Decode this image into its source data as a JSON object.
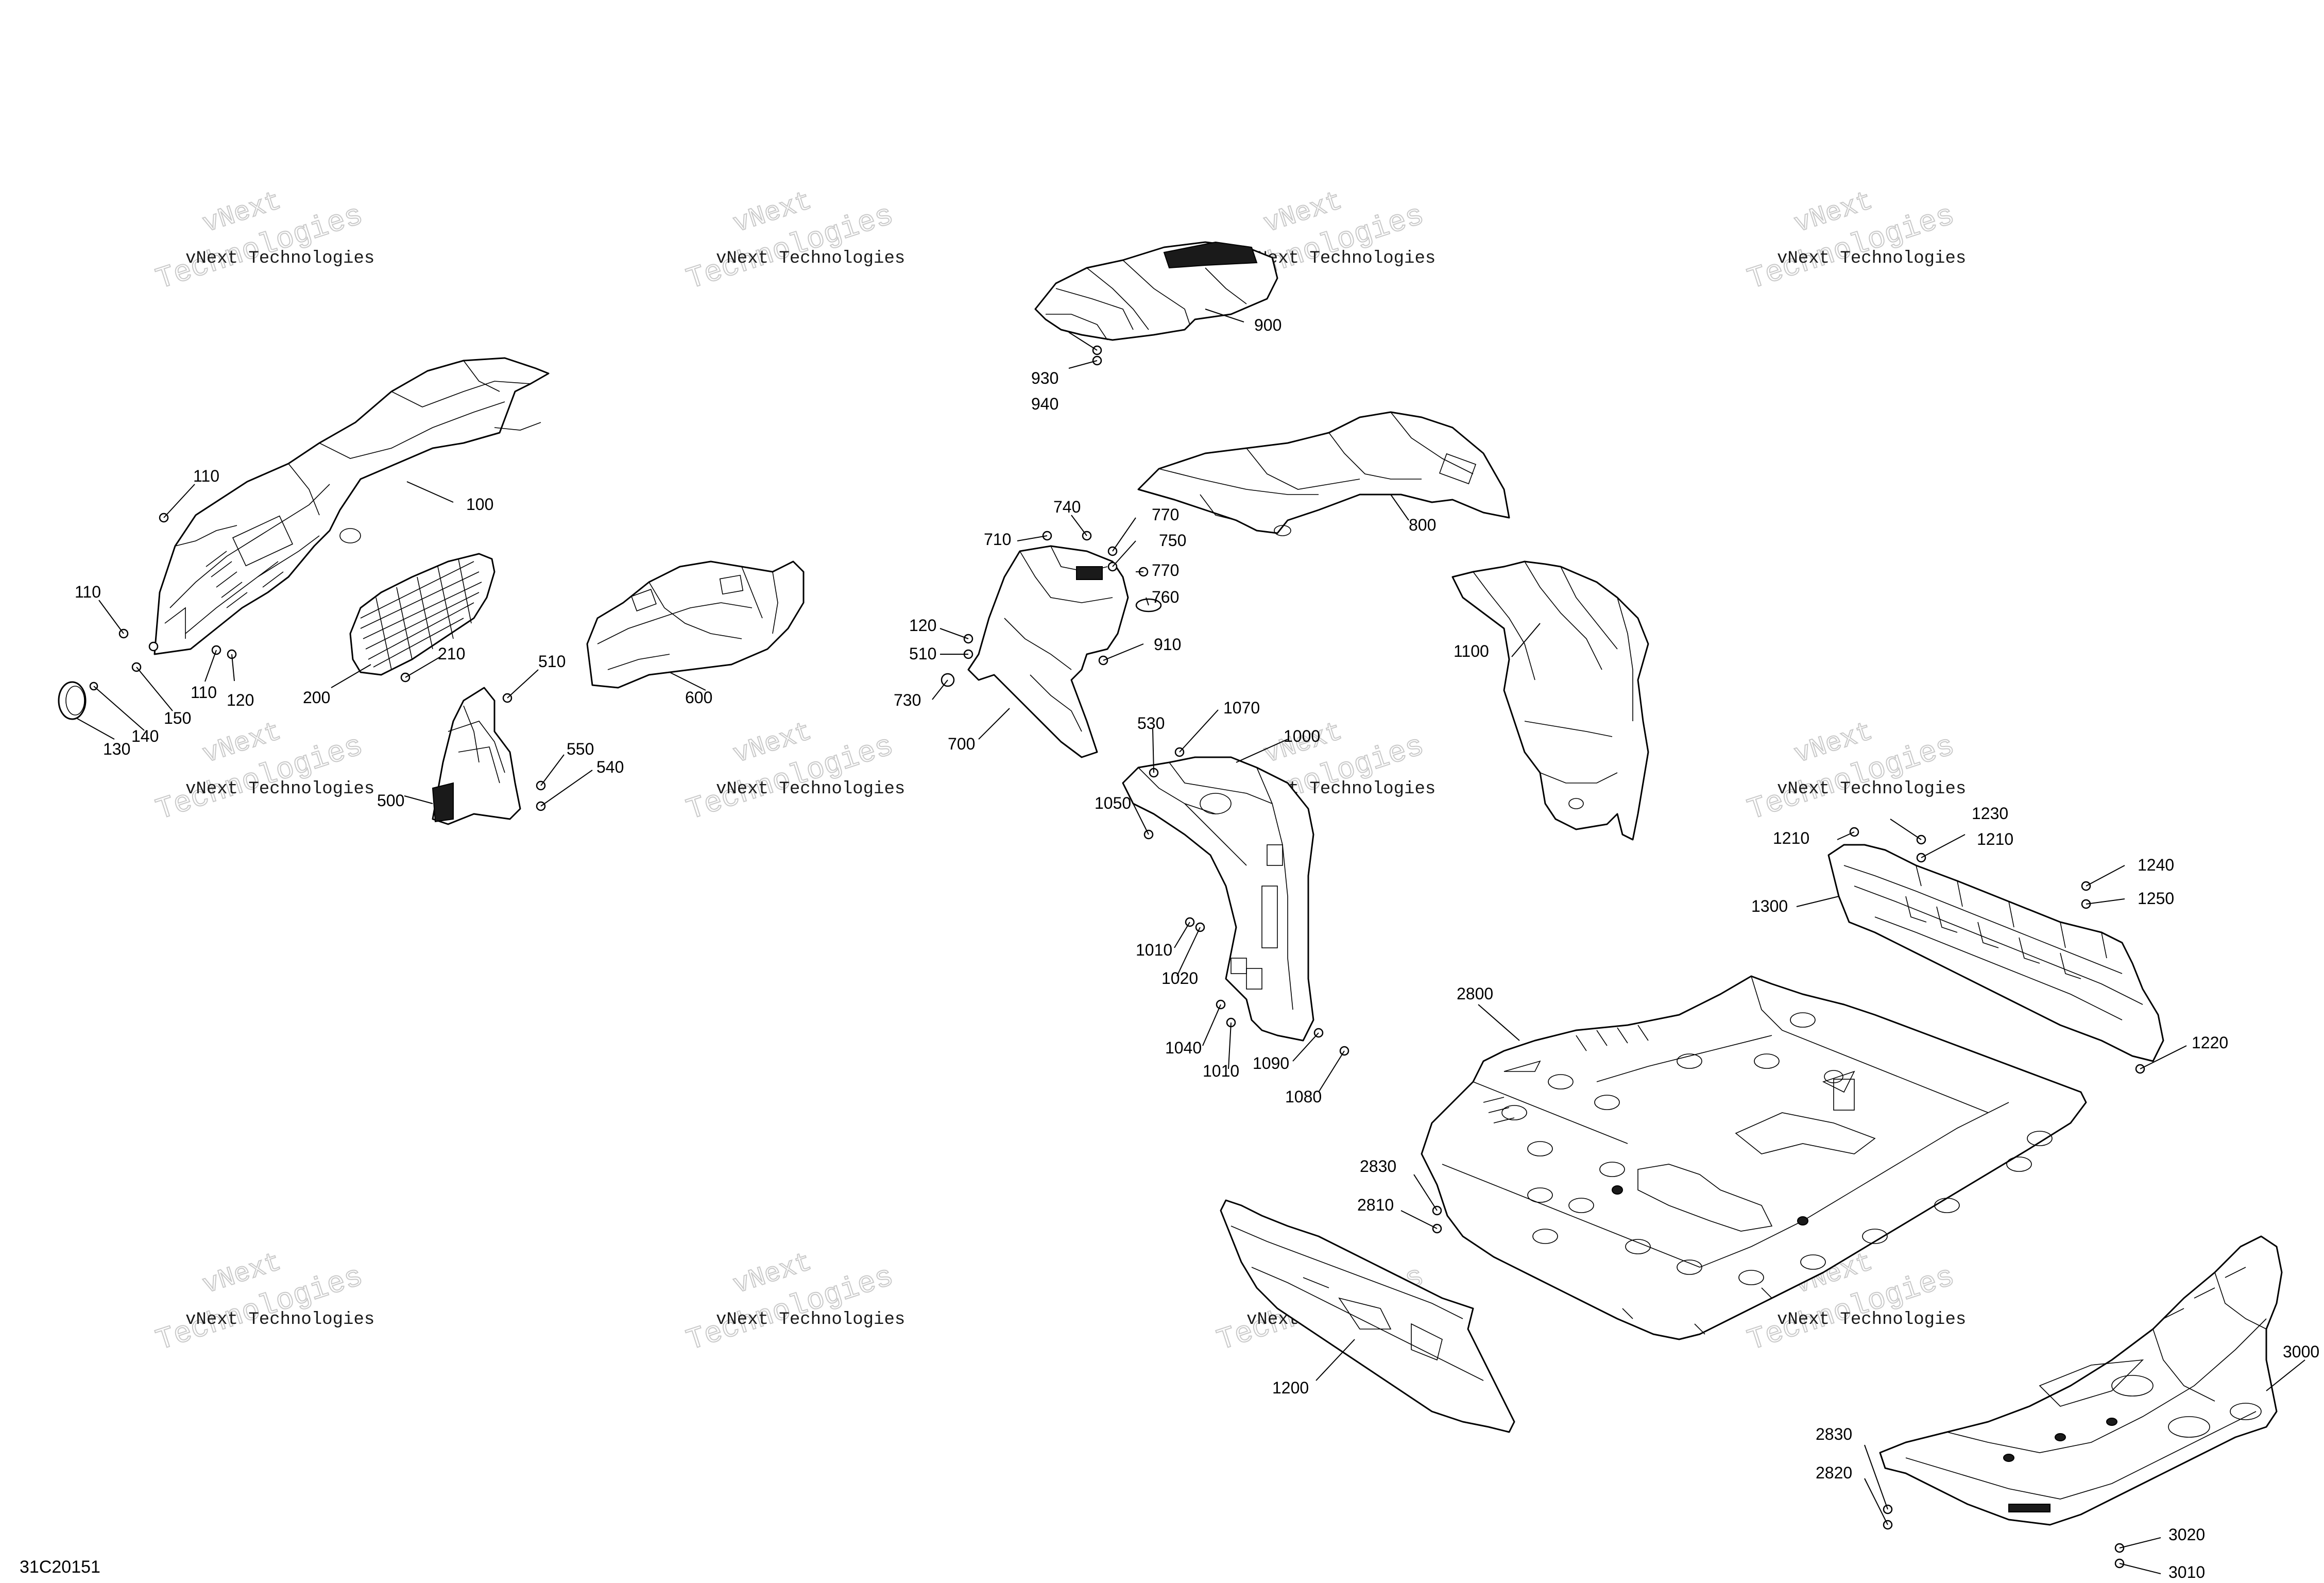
{
  "diagram": {
    "reference_code": "31C20151",
    "watermark": {
      "line1": "vNext Technologies",
      "line2": "Technologies",
      "line3": "vNext"
    },
    "labels": [
      {
        "id": "100",
        "text": "100"
      },
      {
        "id": "110a",
        "text": "110"
      },
      {
        "id": "110b",
        "text": "110"
      },
      {
        "id": "110c",
        "text": "110"
      },
      {
        "id": "120a",
        "text": "120"
      },
      {
        "id": "130",
        "text": "130"
      },
      {
        "id": "140",
        "text": "140"
      },
      {
        "id": "150",
        "text": "150"
      },
      {
        "id": "200",
        "text": "200"
      },
      {
        "id": "210",
        "text": "210"
      },
      {
        "id": "500",
        "text": "500"
      },
      {
        "id": "510a",
        "text": "510"
      },
      {
        "id": "540",
        "text": "540"
      },
      {
        "id": "550",
        "text": "550"
      },
      {
        "id": "600",
        "text": "600"
      },
      {
        "id": "900",
        "text": "900"
      },
      {
        "id": "930",
        "text": "930"
      },
      {
        "id": "940",
        "text": "940"
      },
      {
        "id": "800",
        "text": "800"
      },
      {
        "id": "740",
        "text": "740"
      },
      {
        "id": "710",
        "text": "710"
      },
      {
        "id": "770a",
        "text": "770"
      },
      {
        "id": "750",
        "text": "750"
      },
      {
        "id": "770b",
        "text": "770"
      },
      {
        "id": "760",
        "text": "760"
      },
      {
        "id": "120b",
        "text": "120"
      },
      {
        "id": "510b",
        "text": "510"
      },
      {
        "id": "910",
        "text": "910"
      },
      {
        "id": "730",
        "text": "730"
      },
      {
        "id": "700",
        "text": "700"
      },
      {
        "id": "1100",
        "text": "1100"
      },
      {
        "id": "530",
        "text": "530"
      },
      {
        "id": "1070",
        "text": "1070"
      },
      {
        "id": "1000",
        "text": "1000"
      },
      {
        "id": "1050",
        "text": "1050"
      },
      {
        "id": "1010a",
        "text": "1010"
      },
      {
        "id": "1020",
        "text": "1020"
      },
      {
        "id": "1040",
        "text": "1040"
      },
      {
        "id": "1010b",
        "text": "1010"
      },
      {
        "id": "1090",
        "text": "1090"
      },
      {
        "id": "1080",
        "text": "1080"
      },
      {
        "id": "1230",
        "text": "1230"
      },
      {
        "id": "1210a",
        "text": "1210"
      },
      {
        "id": "1210b",
        "text": "1210"
      },
      {
        "id": "1240",
        "text": "1240"
      },
      {
        "id": "1250",
        "text": "1250"
      },
      {
        "id": "1300",
        "text": "1300"
      },
      {
        "id": "1220",
        "text": "1220"
      },
      {
        "id": "2800",
        "text": "2800"
      },
      {
        "id": "2830a",
        "text": "2830"
      },
      {
        "id": "2810",
        "text": "2810"
      },
      {
        "id": "1200",
        "text": "1200"
      },
      {
        "id": "3000",
        "text": "3000"
      },
      {
        "id": "2830b",
        "text": "2830"
      },
      {
        "id": "2820",
        "text": "2820"
      },
      {
        "id": "3020",
        "text": "3020"
      },
      {
        "id": "3010",
        "text": "3010"
      }
    ]
  }
}
